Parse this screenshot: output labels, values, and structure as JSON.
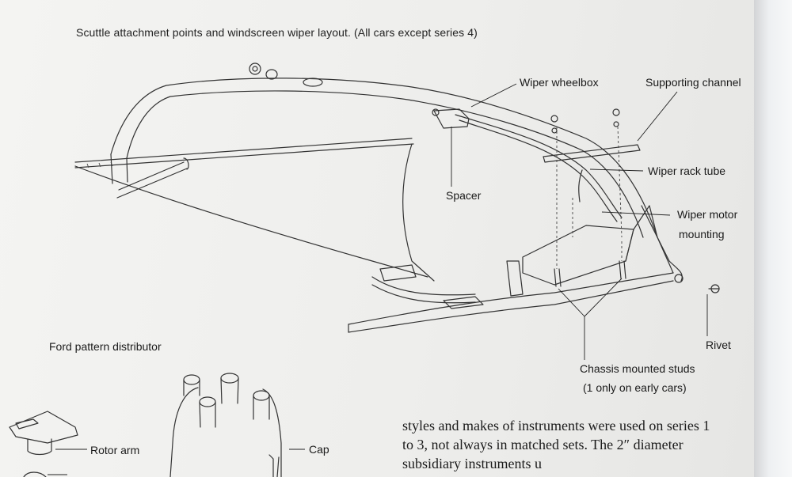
{
  "figure": {
    "caption": "Scuttle attachment points and windscreen wiper layout. (All cars except series 4)",
    "labels": {
      "wiper_wheelbox": "Wiper wheelbox",
      "supporting_channel": "Supporting channel",
      "wiper_rack_tube": "Wiper rack tube",
      "spacer": "Spacer",
      "wiper_motor_mounting_line1": "Wiper motor",
      "wiper_motor_mounting_line2": "mounting",
      "rivet": "Rivet",
      "chassis_studs_line1": "Chassis mounted studs",
      "chassis_studs_line2": "(1 only on early cars)"
    }
  },
  "distributor": {
    "title": "Ford pattern distributor",
    "rotor_arm": "Rotor arm",
    "cap": "Cap"
  },
  "body_text": {
    "line1": "styles and makes of instruments were used on series 1",
    "line2": "to 3, not always in matched sets. The 2″ diameter",
    "line3": "subsidiary instruments u"
  }
}
